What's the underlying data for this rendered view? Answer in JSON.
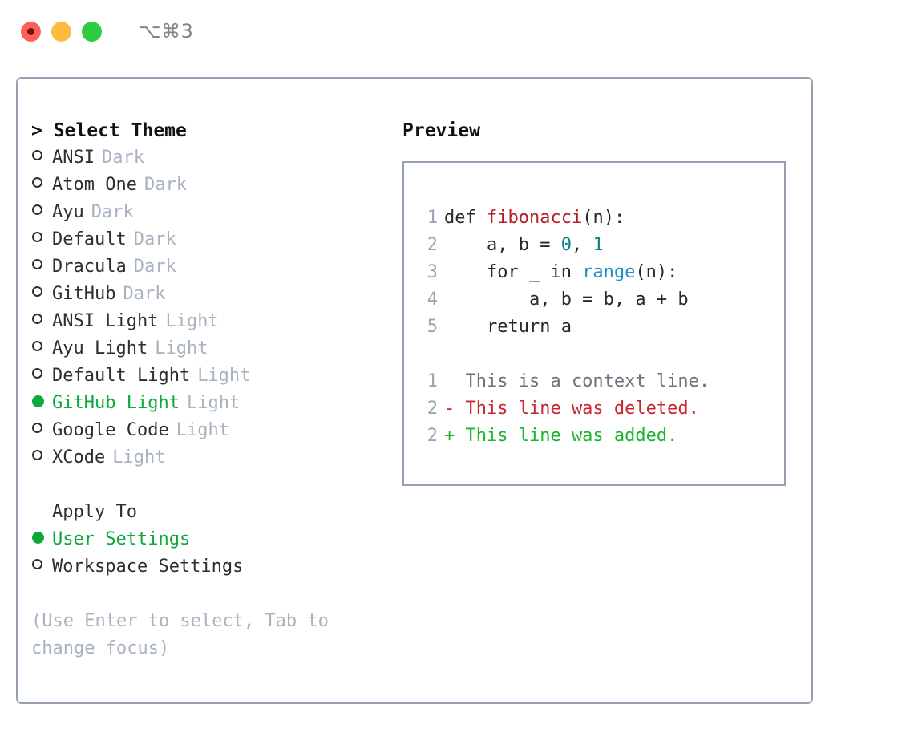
{
  "window": {
    "traffic_lights": [
      {
        "name": "close",
        "color": "#fc6058"
      },
      {
        "name": "minimize",
        "color": "#fdbc40"
      },
      {
        "name": "zoom",
        "color": "#2ecc40"
      }
    ],
    "shortcut": "⌥⌘3"
  },
  "theme_picker": {
    "header": "> Select Theme",
    "accent_color": "#0ba83a",
    "tag_color": "#a8b2c0",
    "items": [
      {
        "label": "ANSI",
        "tag": "Dark",
        "selected": false
      },
      {
        "label": "Atom One",
        "tag": "Dark",
        "selected": false
      },
      {
        "label": "Ayu",
        "tag": "Dark",
        "selected": false
      },
      {
        "label": "Default",
        "tag": "Dark",
        "selected": false
      },
      {
        "label": "Dracula",
        "tag": "Dark",
        "selected": false
      },
      {
        "label": "GitHub",
        "tag": "Dark",
        "selected": false
      },
      {
        "label": "ANSI Light",
        "tag": "Light",
        "selected": false
      },
      {
        "label": "Ayu Light",
        "tag": "Light",
        "selected": false
      },
      {
        "label": "Default Light",
        "tag": "Light",
        "selected": false
      },
      {
        "label": "GitHub Light",
        "tag": "Light",
        "selected": true
      },
      {
        "label": "Google Code",
        "tag": "Light",
        "selected": false
      },
      {
        "label": "XCode",
        "tag": "Light",
        "selected": false
      }
    ]
  },
  "apply_to": {
    "header": "Apply To",
    "items": [
      {
        "label": "User Settings",
        "selected": true
      },
      {
        "label": "Workspace Settings",
        "selected": false
      }
    ]
  },
  "hint": "(Use Enter to select, Tab to change focus)",
  "preview": {
    "title": "Preview",
    "code_lines": [
      {
        "num": "1",
        "tokens": [
          {
            "text": "def ",
            "type": "plain"
          },
          {
            "text": "fibonacci",
            "type": "fn"
          },
          {
            "text": "(n):",
            "type": "plain"
          }
        ]
      },
      {
        "num": "2",
        "tokens": [
          {
            "text": "    a, b = ",
            "type": "plain"
          },
          {
            "text": "0",
            "type": "num"
          },
          {
            "text": ", ",
            "type": "plain"
          },
          {
            "text": "1",
            "type": "num"
          }
        ]
      },
      {
        "num": "3",
        "tokens": [
          {
            "text": "    for _ in ",
            "type": "plain"
          },
          {
            "text": "range",
            "type": "builtin"
          },
          {
            "text": "(n):",
            "type": "plain"
          }
        ]
      },
      {
        "num": "4",
        "tokens": [
          {
            "text": "        a, b = b, a + b",
            "type": "plain"
          }
        ]
      },
      {
        "num": "5",
        "tokens": [
          {
            "text": "    return a",
            "type": "plain"
          }
        ]
      }
    ],
    "diff_lines": [
      {
        "num": "1",
        "text": "  This is a context line.",
        "type": "ctx"
      },
      {
        "num": "2",
        "text": "- This line was deleted.",
        "type": "del"
      },
      {
        "num": "2",
        "text": "+ This line was added.",
        "type": "add"
      }
    ]
  }
}
